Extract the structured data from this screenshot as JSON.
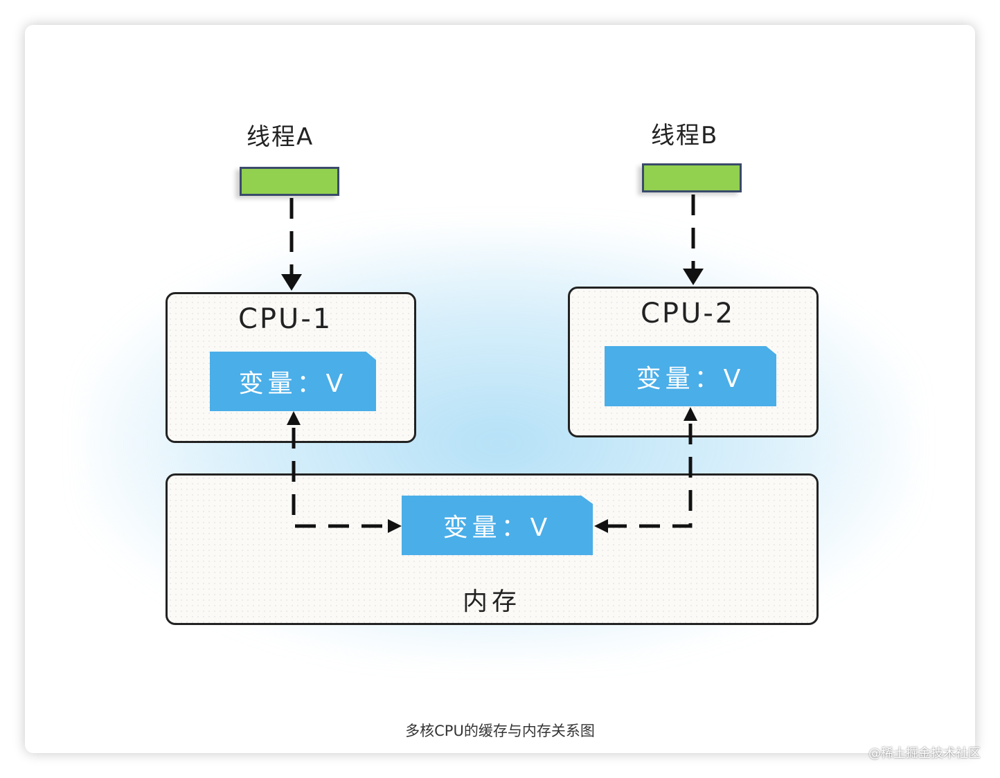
{
  "threads": [
    {
      "label": "线程A"
    },
    {
      "label": "线程B"
    }
  ],
  "cpus": [
    {
      "title": "CPU-1",
      "variable": "变量：V"
    },
    {
      "title": "CPU-2",
      "variable": "变量：V"
    }
  ],
  "memory": {
    "label": "内存",
    "variable": "变量：V"
  },
  "caption": "多核CPU的缓存与内存关系图",
  "watermark": "@稀土掘金技术社区",
  "colors": {
    "thread_box": "#92d050",
    "variable_box": "#4aaee8",
    "glow": "#8fd0f2",
    "outline": "#222222"
  }
}
